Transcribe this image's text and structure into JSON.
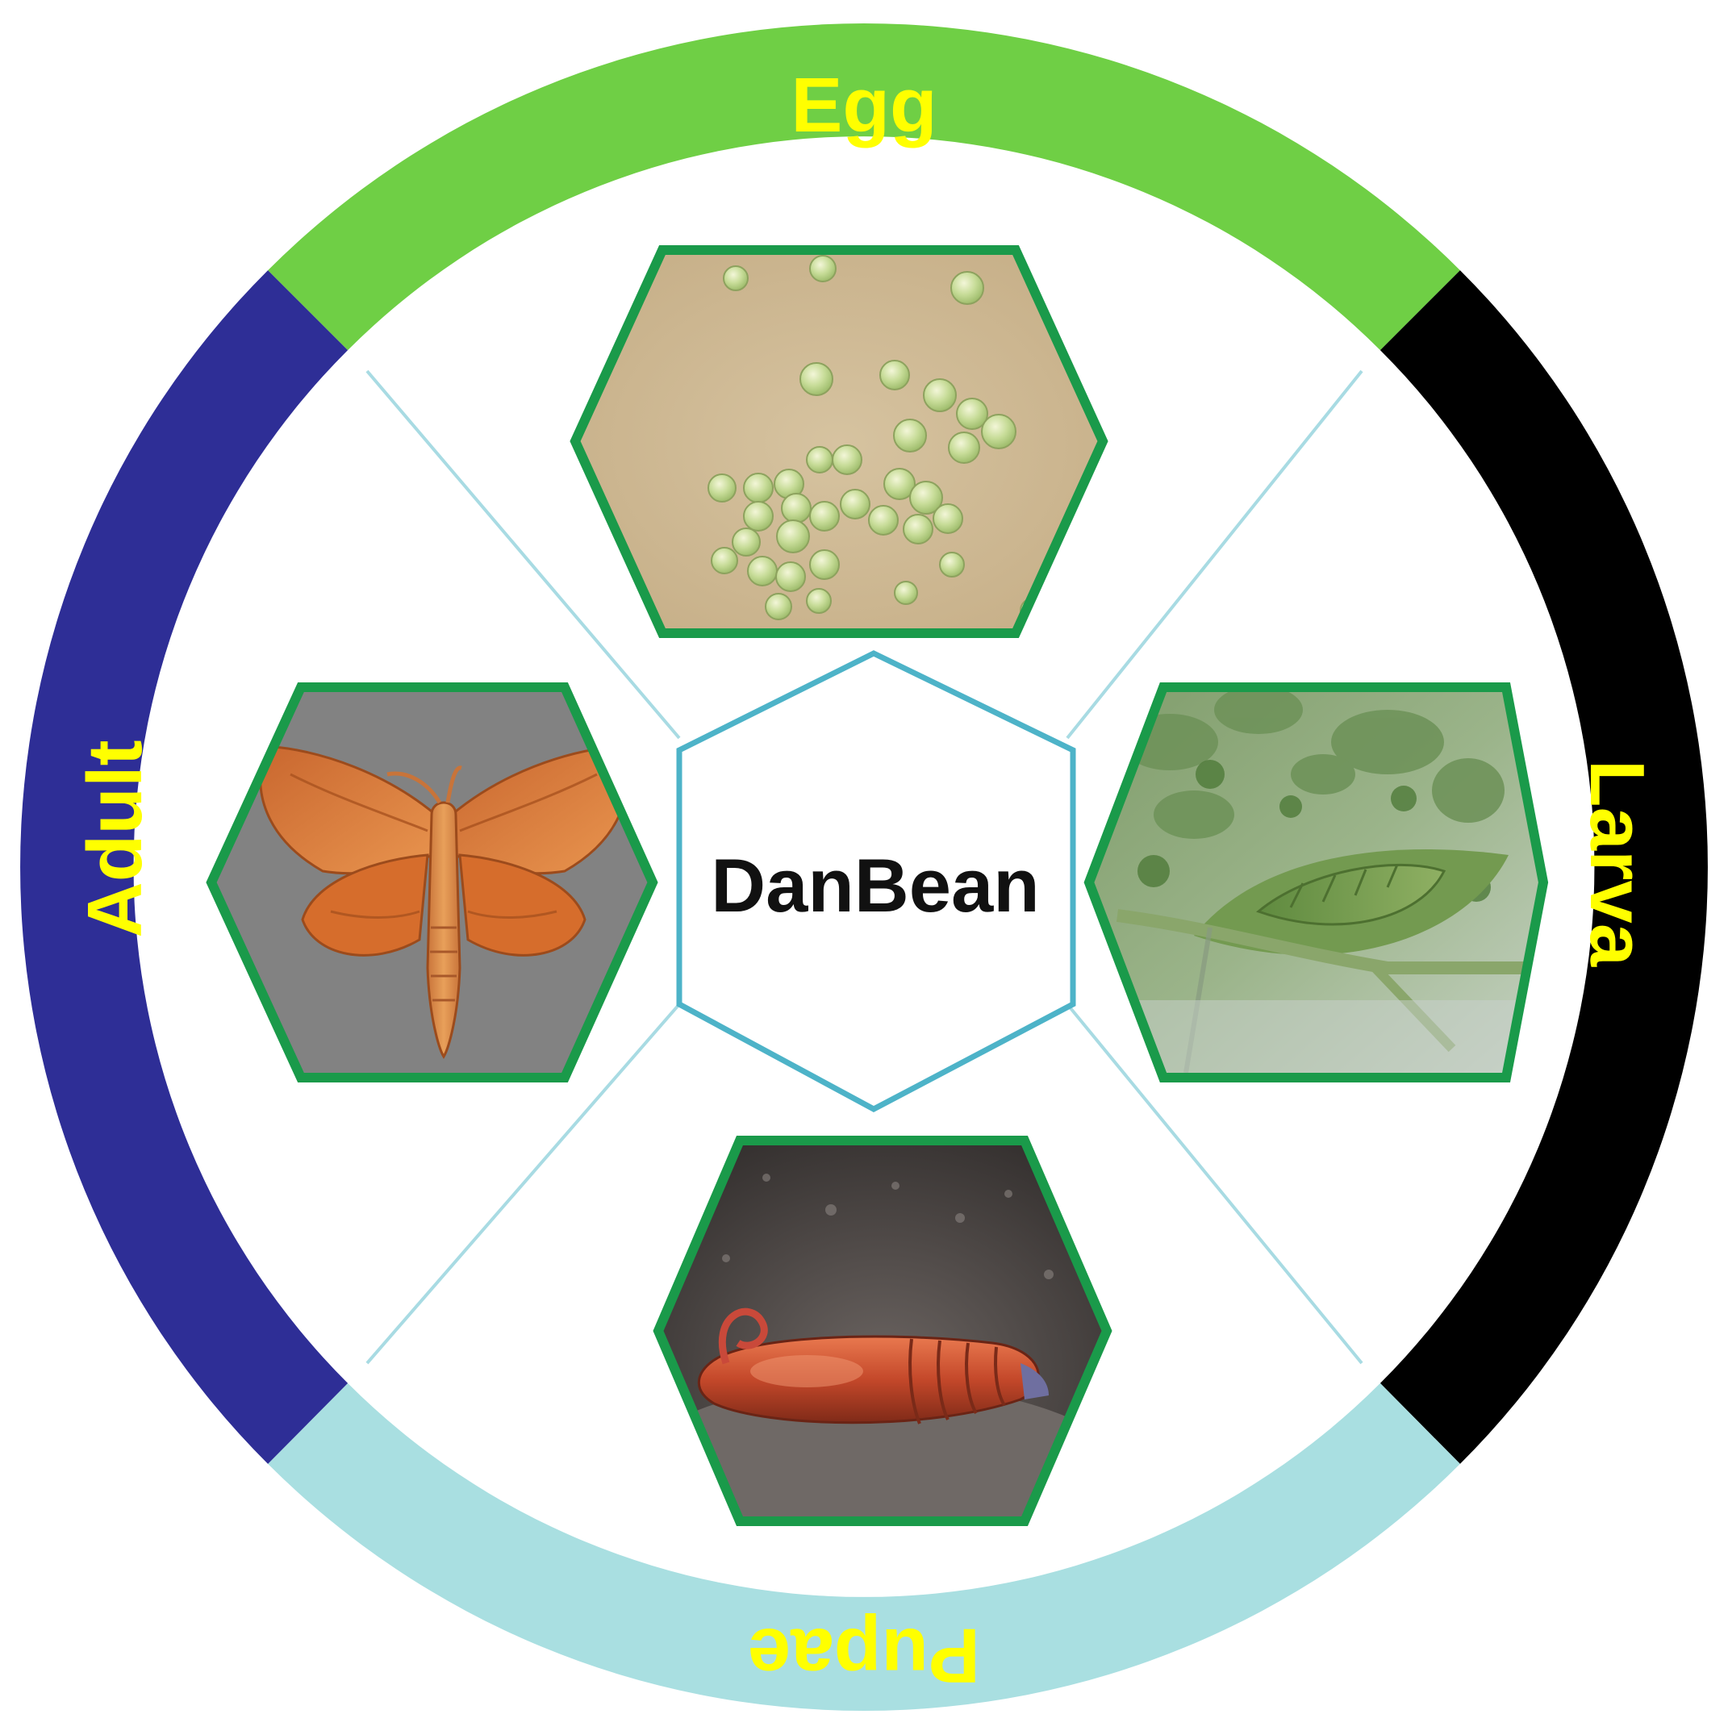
{
  "center": {
    "label": "DanBean"
  },
  "stages": [
    {
      "label": "Egg",
      "ring_color": "#6fcf45",
      "photo": "eggs on sand"
    },
    {
      "label": "Larva",
      "ring_color": "#000000",
      "photo": "green caterpillar on leaf"
    },
    {
      "label": "Pupae",
      "ring_color": "#a9dfe1",
      "photo": "reddish-brown pupa in soil"
    },
    {
      "label": "Adult",
      "ring_color": "#2e2e96",
      "photo": "orange hawk moth"
    }
  ],
  "colors": {
    "label_text": "#ffff00",
    "hex_frame": "#1a9a4a",
    "center_hex_stroke": "#4db3c8",
    "connector_line": "#a8dbe3"
  }
}
